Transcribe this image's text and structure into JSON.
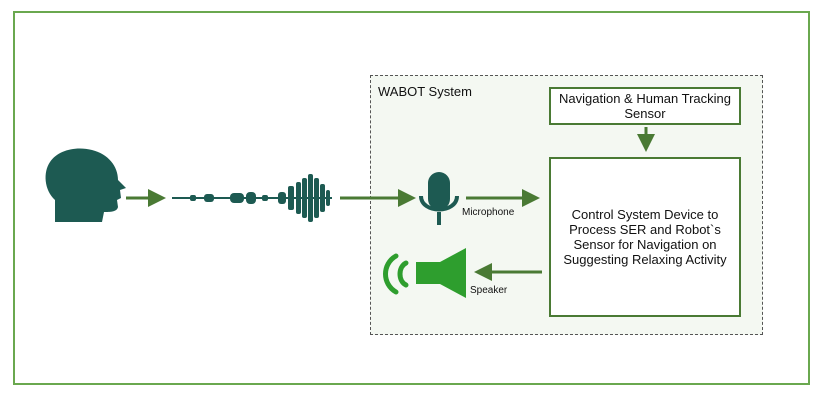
{
  "system": {
    "title": "WABOT System"
  },
  "nodes": {
    "navigation_sensor": "Navigation & Human Tracking Sensor",
    "control_system": "Control System Device to Process SER and Robot`s Sensor for Navigation on Suggesting Relaxing Activity"
  },
  "labels": {
    "microphone": "Microphone",
    "speaker": "Speaker"
  },
  "icons": {
    "head": "human-head-icon",
    "waveform": "sound-wave-icon",
    "microphone": "microphone-icon",
    "speaker": "speaker-icon"
  },
  "colors": {
    "frame": "#6aa84f",
    "box_border": "#4a7a34",
    "arrow": "#4a7a34",
    "head": "#1d5a52",
    "wave": "#1d5a52",
    "mic": "#1d5a52",
    "speaker": "#2e9e2e"
  }
}
